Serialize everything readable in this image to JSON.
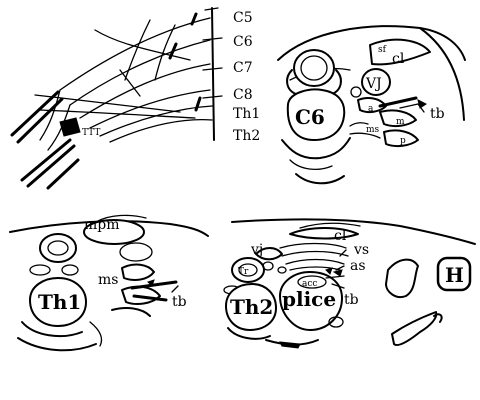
{
  "panels": {
    "plexus": {
      "nerve_roots": [
        "C5",
        "C6",
        "C7",
        "C8",
        "Th1",
        "Th2"
      ]
    },
    "c6_section": {
      "vertebra": "C6",
      "labels": {
        "sf": "sf",
        "cl": "cl",
        "vj": "VJ",
        "tb": "tb",
        "a": "a",
        "ms": "ms",
        "m": "m",
        "p": "p"
      }
    },
    "th1_section": {
      "vertebra": "Th1",
      "labels": {
        "mpm": "mpm",
        "ms": "ms",
        "tb": "tb"
      }
    },
    "th2_section": {
      "vertebra": "Th2",
      "labels": {
        "cl": "cl",
        "vj": "vj",
        "vs": "vs",
        "as": "as",
        "tr": "Tr",
        "acc": "acc",
        "plice": "plice",
        "tb": "tb",
        "h": "H"
      }
    }
  }
}
